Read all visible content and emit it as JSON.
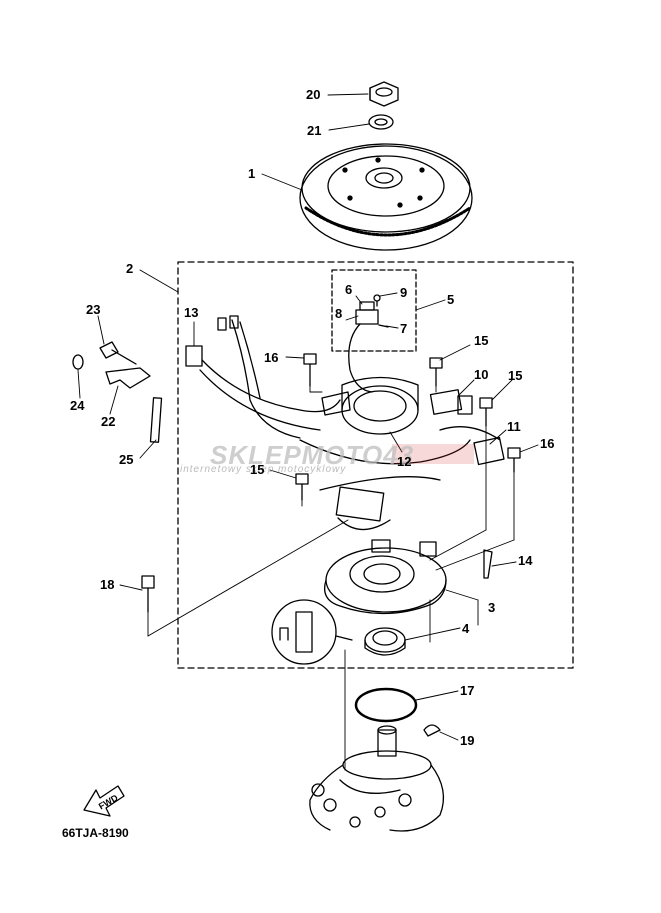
{
  "diagram_code": "66TJA-8190",
  "fwd_label": "FWD",
  "watermark": {
    "brand_text": "SKLEPMOTO43",
    "tagline": "internetowy sklep motocyklowy",
    "accent_color": "#d32f2f",
    "watermark_color": "#bdbdbd"
  },
  "callouts": [
    "20",
    "21",
    "1",
    "2",
    "5",
    "6",
    "9",
    "8",
    "7",
    "13",
    "23",
    "16",
    "15",
    "10",
    "15",
    "24",
    "22",
    "25",
    "11",
    "12",
    "16",
    "15",
    "14",
    "18",
    "3",
    "4",
    "17",
    "19"
  ]
}
